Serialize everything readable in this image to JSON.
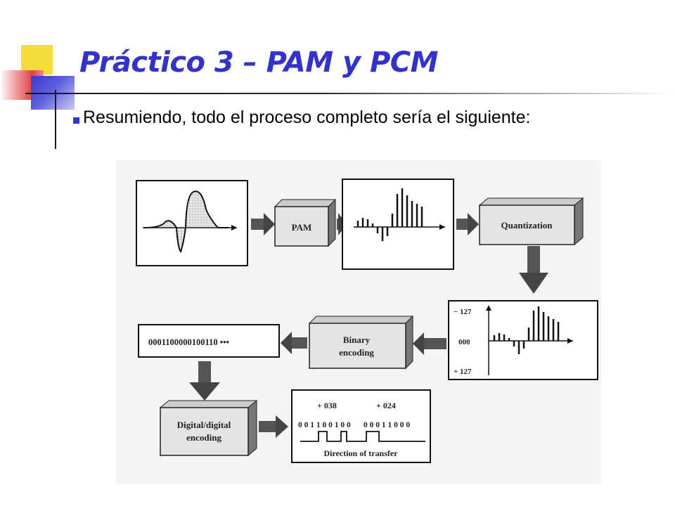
{
  "slide": {
    "title": "Práctico 3 – PAM y PCM",
    "bullet": "Resumiendo, todo el proceso completo sería el siguiente:"
  },
  "diagram": {
    "pam_label": "PAM",
    "quantization_label": "Quantization",
    "axis_top_label": "− 127",
    "axis_mid_label": "000",
    "axis_bottom_label": "+ 127",
    "binary_label_line1": "Binary",
    "binary_label_line2": "encoding",
    "bitstream_label": "0001100000100110  •••",
    "digital_label_line1": "Digital/digital",
    "digital_label_line2": "encoding",
    "code1_label": "+ 038",
    "code2_label": "+ 024",
    "bits1_label": "0 0 1 1 0 0 1 0 0",
    "bits2_label": "0 0 0 1 1 0 0 0",
    "direction_label": "Direction of transfer"
  },
  "colors": {
    "title": "#3333cc",
    "bullet": "#3333cc",
    "accent_yellow": "#f6dc3a",
    "accent_red": "#e0424a",
    "accent_blue": "#3a3ac8"
  }
}
